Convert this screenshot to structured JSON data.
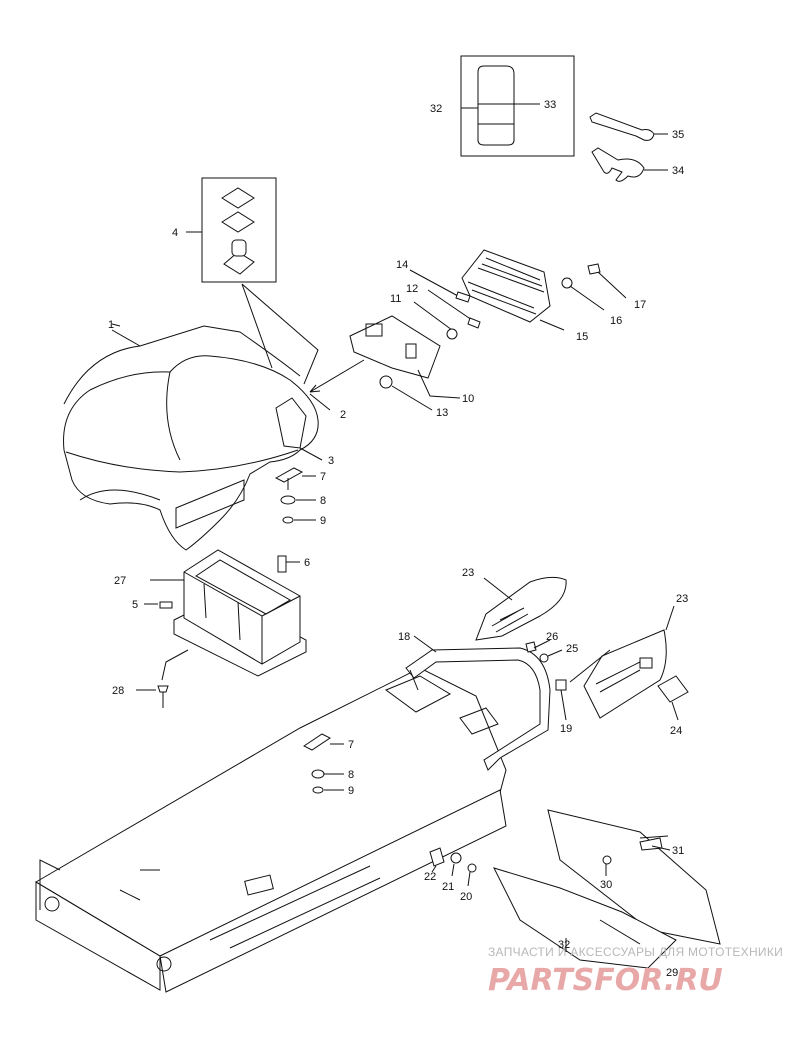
{
  "callouts": [
    {
      "id": "c1",
      "text": "1"
    },
    {
      "id": "c2",
      "text": "2"
    },
    {
      "id": "c3",
      "text": "3"
    },
    {
      "id": "c4",
      "text": "4"
    },
    {
      "id": "c5",
      "text": "5"
    },
    {
      "id": "c6",
      "text": "6"
    },
    {
      "id": "c7a",
      "text": "7"
    },
    {
      "id": "c8a",
      "text": "8"
    },
    {
      "id": "c9a",
      "text": "9"
    },
    {
      "id": "c7b",
      "text": "7"
    },
    {
      "id": "c8b",
      "text": "8"
    },
    {
      "id": "c9b",
      "text": "9"
    },
    {
      "id": "c10",
      "text": "10"
    },
    {
      "id": "c11",
      "text": "11"
    },
    {
      "id": "c12",
      "text": "12"
    },
    {
      "id": "c13",
      "text": "13"
    },
    {
      "id": "c14",
      "text": "14"
    },
    {
      "id": "c15",
      "text": "15"
    },
    {
      "id": "c16",
      "text": "16"
    },
    {
      "id": "c17",
      "text": "17"
    },
    {
      "id": "c18",
      "text": "18"
    },
    {
      "id": "c19",
      "text": "19"
    },
    {
      "id": "c20",
      "text": "20"
    },
    {
      "id": "c21",
      "text": "21"
    },
    {
      "id": "c22",
      "text": "22"
    },
    {
      "id": "c23a",
      "text": "23"
    },
    {
      "id": "c23b",
      "text": "23"
    },
    {
      "id": "c24",
      "text": "24"
    },
    {
      "id": "c25",
      "text": "25"
    },
    {
      "id": "c26",
      "text": "26"
    },
    {
      "id": "c27",
      "text": "27"
    },
    {
      "id": "c28",
      "text": "28"
    },
    {
      "id": "c29",
      "text": "29"
    },
    {
      "id": "c30",
      "text": "30"
    },
    {
      "id": "c31",
      "text": "31"
    },
    {
      "id": "c32a",
      "text": "32"
    },
    {
      "id": "c32b",
      "text": "32"
    },
    {
      "id": "c33",
      "text": "33"
    },
    {
      "id": "c34",
      "text": "34"
    },
    {
      "id": "c35",
      "text": "35"
    }
  ],
  "watermark": {
    "tagline": "ЗАПЧАСТИ И АКСЕССУАРЫ ДЛЯ МОТОТЕХНИКИ",
    "brand": "PARTSFOR.RU"
  }
}
